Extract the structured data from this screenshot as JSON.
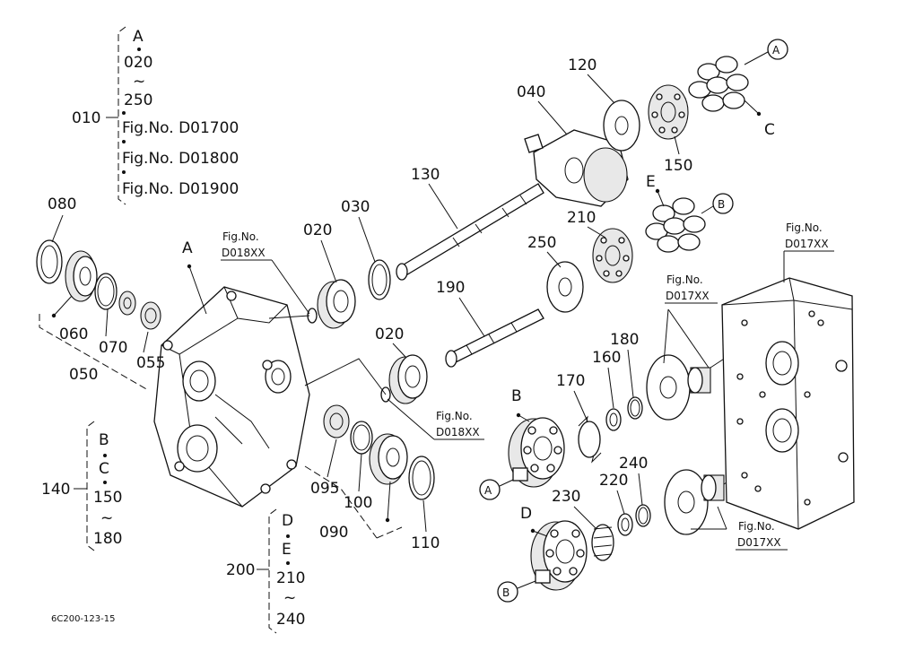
{
  "labels": {
    "p010": "010",
    "p020a": "020",
    "p020b": "020",
    "p030": "030",
    "p040": "040",
    "p050": "050",
    "p055": "055",
    "p060": "060",
    "p070": "070",
    "p080": "080",
    "p090": "090",
    "p095": "095",
    "p100": "100",
    "p110": "110",
    "p120": "120",
    "p130": "130",
    "p140": "140",
    "p150": "150",
    "p160": "160",
    "p170": "170",
    "p180": "180",
    "p190": "190",
    "p200": "200",
    "p210": "210",
    "p220": "220",
    "p230": "230",
    "p240": "240",
    "p250": "250"
  },
  "letters": {
    "A": "A",
    "B": "B",
    "C": "C",
    "D": "D",
    "E": "E"
  },
  "group_010": {
    "items": [
      "A",
      "020",
      "~",
      "250",
      "Fig.No.  D01700",
      "Fig.No.  D01800",
      "Fig.No.  D01900"
    ]
  },
  "group_140": {
    "items": [
      "B",
      "C",
      "150",
      "~",
      "180"
    ]
  },
  "group_200": {
    "items": [
      "D",
      "E",
      "210",
      "~",
      "240"
    ]
  },
  "figrefs": {
    "fig_d018xx_top_line1": "Fig.No.",
    "fig_d018xx_top_line2": "D018XX",
    "fig_d018xx_mid_line1": "Fig.No.",
    "fig_d018xx_mid_line2": "D018XX",
    "fig_d017xx_right_line1": "Fig.No.",
    "fig_d017xx_right_line2": "D017XX",
    "fig_d017xx_center_line1": "Fig.No.",
    "fig_d017xx_center_line2": "D017XX",
    "fig_d017xx_bottom_line1": "Fig.No.",
    "fig_d017xx_bottom_line2": "D017XX"
  },
  "drawing_code": "6C200-123-15"
}
